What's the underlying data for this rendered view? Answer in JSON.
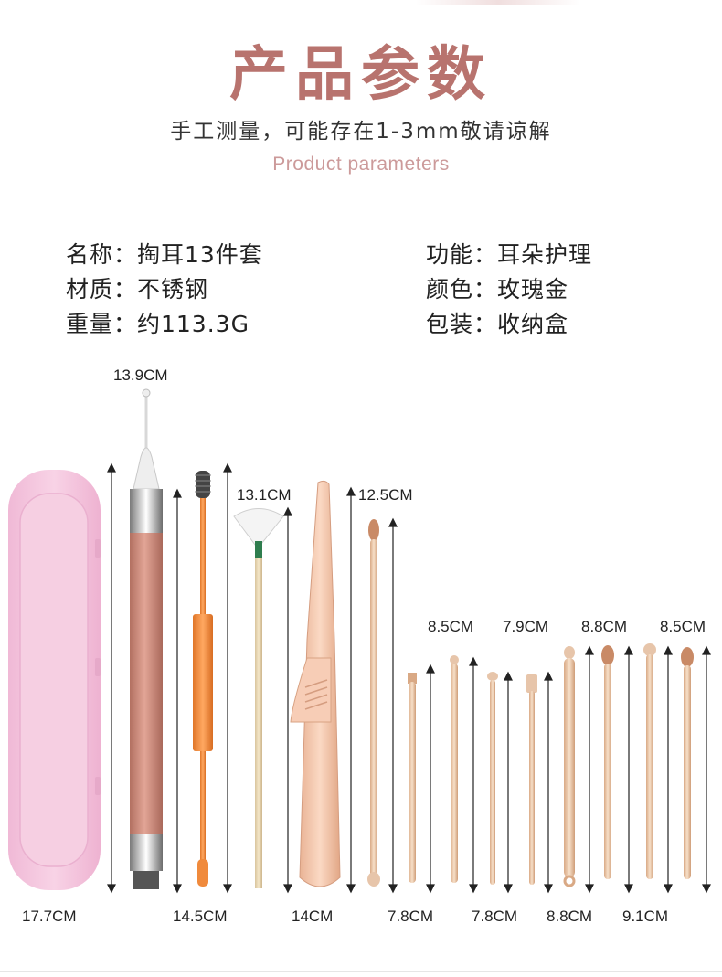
{
  "header": {
    "title": "产品参数",
    "subtitle": "手工测量，可能存在1-3mm敬请谅解",
    "subtitle_en": "Product parameters"
  },
  "specs": {
    "name": "名称：掏耳13件套",
    "material": "材质：不锈钢",
    "weight": "重量：约113.3G",
    "function": "功能：耳朵护理",
    "color": "颜色：玫瑰金",
    "package": "包装：收纳盒"
  },
  "measurements": {
    "top": {
      "pen": "13.9CM",
      "fan_brush": "13.1CM",
      "long_pick": "12.5CM",
      "pick_a": "8.5CM",
      "pick_b": "7.9CM",
      "pick_c": "8.8CM",
      "pick_d": "8.5CM"
    },
    "bottom": {
      "case": "17.7CM",
      "double_brush": "14.5CM",
      "tweezers": "14CM",
      "pick_1": "7.8CM",
      "pick_2": "7.8CM",
      "pick_3": "8.8CM",
      "pick_4": "9.1CM"
    }
  },
  "colors": {
    "title": "#b8736e",
    "subtitle_en": "#cc9a9a",
    "case": "#f4c8df",
    "rose_gold": "#e7c5aa",
    "pen_body": "#c98a7a",
    "orange": "#f08a3c"
  },
  "icons": [
    "storage-case",
    "led-earpick-pen",
    "double-brush",
    "fan-brush",
    "tweezers",
    "ear-pick"
  ]
}
